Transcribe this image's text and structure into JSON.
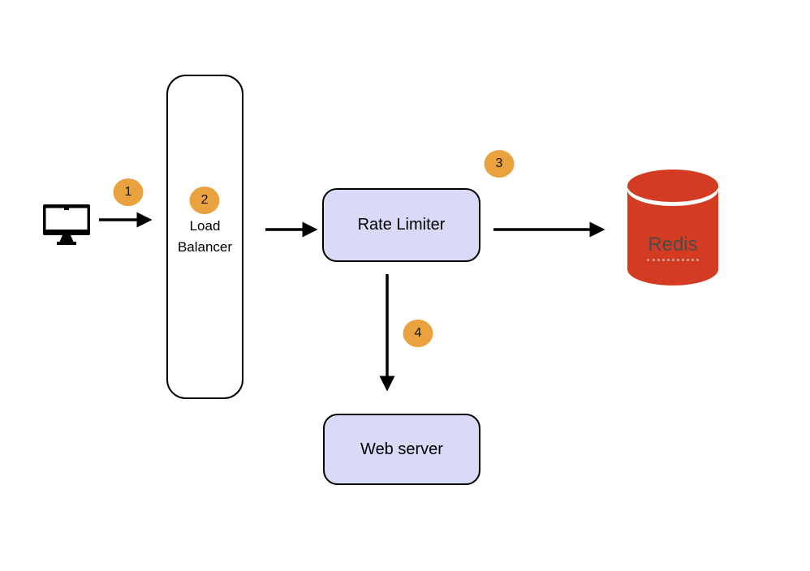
{
  "diagram": {
    "nodes": {
      "client": {
        "icon": "monitor-icon"
      },
      "load_balancer": {
        "label": "Load Balancer"
      },
      "rate_limiter": {
        "label": "Rate Limiter"
      },
      "redis": {
        "label": "Redis"
      },
      "web_server": {
        "label": "Web server"
      }
    },
    "step_badges": [
      "1",
      "2",
      "3",
      "4"
    ],
    "colors": {
      "badge-orange": "#EAA23E",
      "node-fill": "#D8DAF7",
      "node-border": "#000000",
      "redis-red": "#D33B22",
      "redis-label": "#4B4B4B",
      "redis-underline": "#DE8E7E",
      "arrow": "#000000",
      "canvas-bg": "#FFFFFF"
    }
  }
}
